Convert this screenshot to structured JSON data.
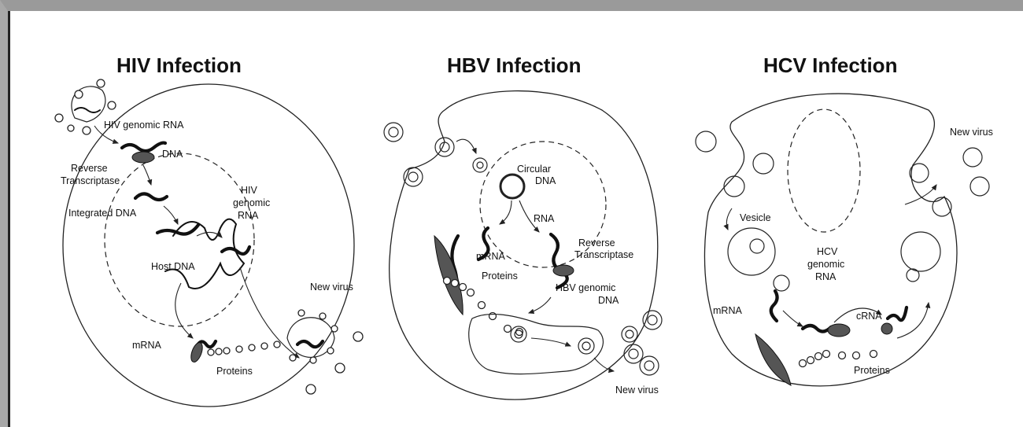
{
  "panels": [
    {
      "title": "HIV Infection",
      "labels": {
        "genomic_rna": "HIV genomic RNA",
        "dna": "DNA",
        "rt_1": "Reverse",
        "rt_2": "Transcriptase",
        "integrated": "Integrated DNA",
        "hiv_rna_1": "HIV",
        "hiv_rna_2": "genomic",
        "hiv_rna_3": "RNA",
        "host_dna": "Host DNA",
        "new_virus": "New virus",
        "mrna": "mRNA",
        "proteins": "Proteins"
      }
    },
    {
      "title": "HBV Infection",
      "labels": {
        "circular_1": "Circular",
        "circular_2": "DNA",
        "rna": "RNA",
        "mrna": "mRNA",
        "rt_1": "Reverse",
        "rt_2": "Transcriptase",
        "proteins": "Proteins",
        "hbv_dna_1": "HBV genomic",
        "hbv_dna_2": "DNA",
        "new_virus": "New virus"
      }
    },
    {
      "title": "HCV Infection",
      "labels": {
        "new_virus": "New virus",
        "vesicle": "Vesicle",
        "hcv_1": "HCV",
        "hcv_2": "genomic",
        "hcv_3": "RNA",
        "mrna": "mRNA",
        "crna": "cRNA",
        "proteins": "Proteins"
      }
    }
  ]
}
